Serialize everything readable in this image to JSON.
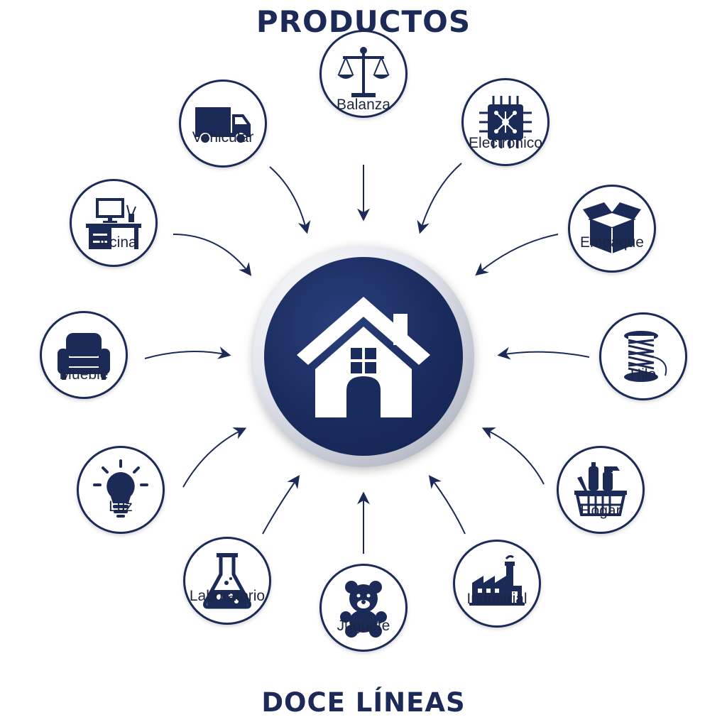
{
  "title": "PRODUCTOS",
  "subtitle": "DOCE LÍNEAS",
  "colors": {
    "navy": "#1b2a57",
    "hub": "#1a2b5e",
    "ring": "#c9ccd4"
  },
  "hub": {
    "icon": "house-icon"
  },
  "categories": [
    {
      "label": "Balanza",
      "icon": "scale-icon"
    },
    {
      "label": "Electrónico",
      "icon": "chip-icon"
    },
    {
      "label": "Empaque",
      "icon": "box-icon"
    },
    {
      "label": "Hilo",
      "icon": "thread-spool-icon"
    },
    {
      "label": "Hogar",
      "icon": "cleaning-basket-icon"
    },
    {
      "label": "Industrial",
      "icon": "factory-icon"
    },
    {
      "label": "Juguete",
      "icon": "teddy-bear-icon"
    },
    {
      "label": "Laboratorio",
      "icon": "flask-icon"
    },
    {
      "label": "Luz",
      "icon": "light-bulb-icon"
    },
    {
      "label": "Mueble",
      "icon": "armchair-icon"
    },
    {
      "label": "Oficina",
      "icon": "office-desk-icon"
    },
    {
      "label": "Vehicular",
      "icon": "truck-icon"
    }
  ]
}
